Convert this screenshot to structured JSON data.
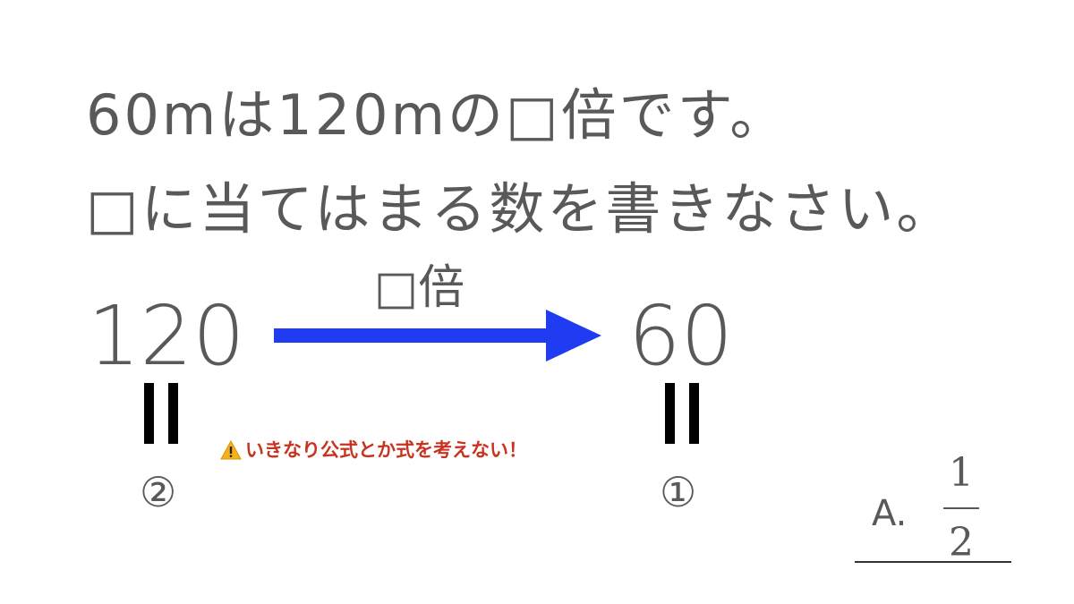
{
  "question": {
    "line1": "60mは120mの□倍です。",
    "line2": "□に当てはまる数を書きなさい。"
  },
  "diagram": {
    "left_value": "120",
    "right_value": "60",
    "arrow_label": "□倍",
    "arrow_color": "#1f3cf2",
    "left_marker": "②",
    "right_marker": "①"
  },
  "warning": {
    "icon": "warning-icon",
    "text": "いきなり公式とか式を考えない！",
    "color": "#c8321f"
  },
  "answer": {
    "label": "A.",
    "numerator": "1",
    "denominator": "2"
  }
}
